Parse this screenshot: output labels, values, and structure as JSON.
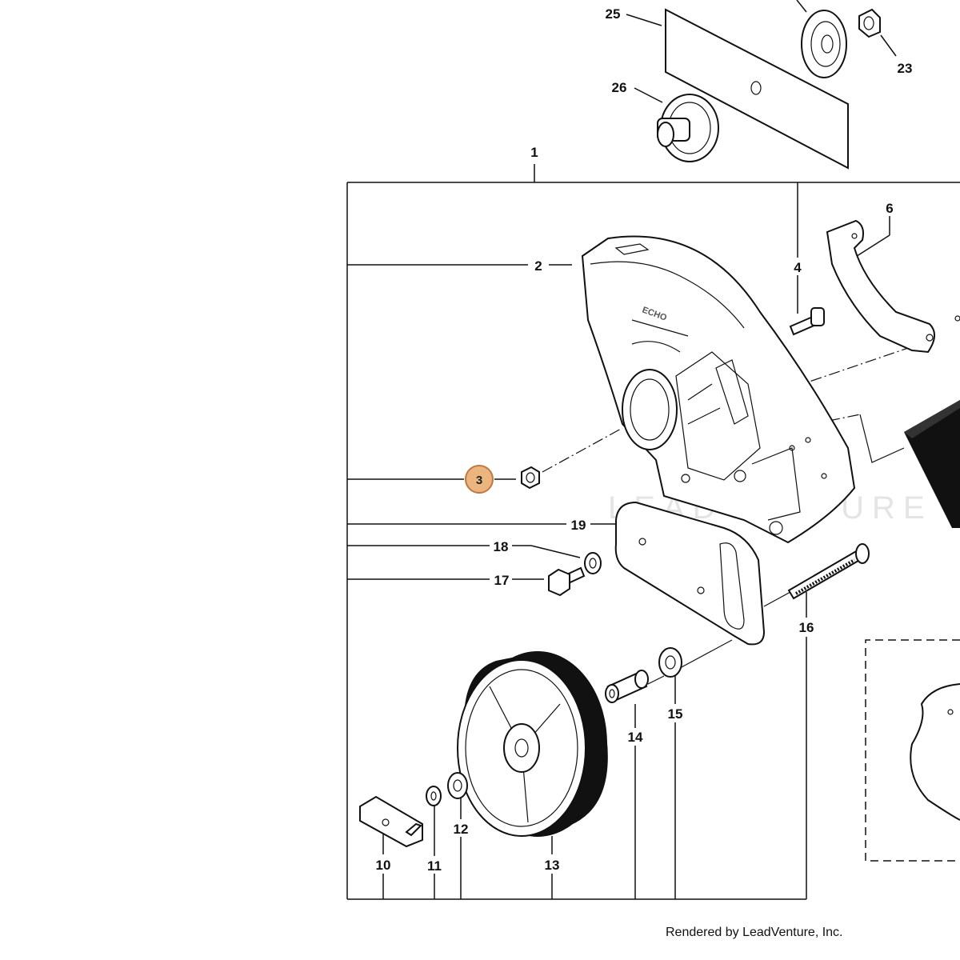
{
  "callouts": {
    "c1": "1",
    "c2": "2",
    "c3": "3",
    "c4": "4",
    "c6": "6",
    "c10": "10",
    "c11": "11",
    "c12": "12",
    "c13": "13",
    "c14": "14",
    "c15": "15",
    "c16": "16",
    "c17": "17",
    "c18": "18",
    "c19": "19",
    "c23": "23",
    "c25": "25",
    "c26": "26"
  },
  "highlight": {
    "part": "3",
    "color": "#E8A868",
    "border": "#C07840"
  },
  "watermark": "LEADVENTURE",
  "credit": "Rendered by LeadVenture, Inc."
}
